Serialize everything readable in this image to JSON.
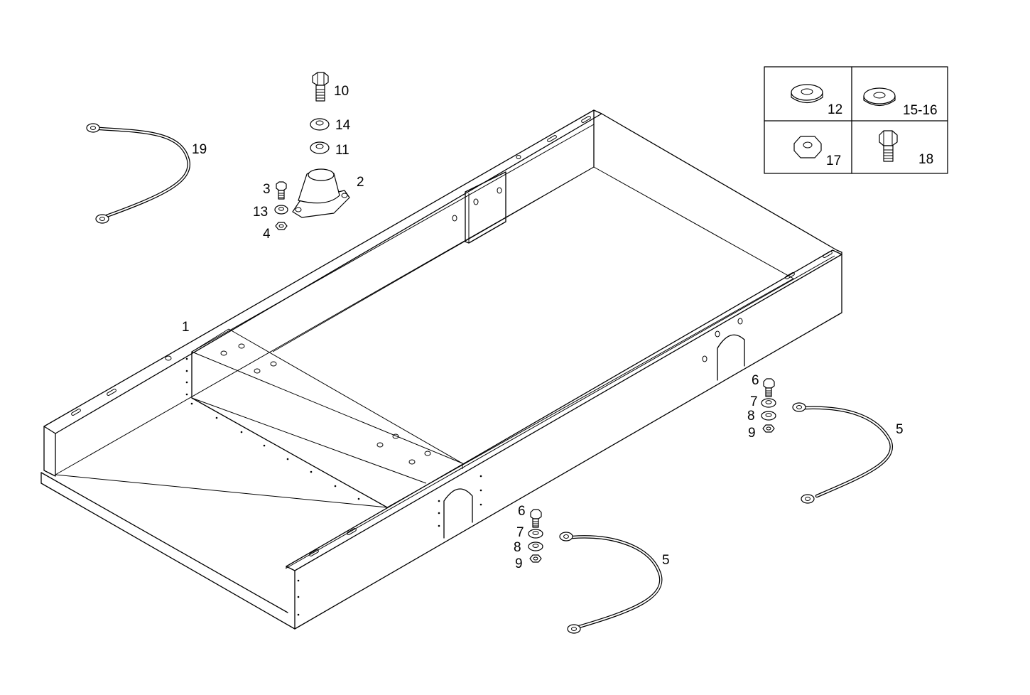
{
  "labels": {
    "frame": "1",
    "mount": "2",
    "mount_bolt": "3",
    "mount_nut": "4",
    "cable_right": "5",
    "cable_bottom": "5",
    "bolt_right": "6",
    "washer_a_right": "7",
    "washer_b_right": "8",
    "nut_right": "9",
    "bolt_bottom": "6",
    "washer_a_bottom": "7",
    "washer_b_bottom": "8",
    "nut_bottom": "9",
    "top_bolt": "10",
    "washer_11": "11",
    "washer_13": "13",
    "washer_14": "14",
    "cable_top": "19"
  },
  "legend": {
    "cells": [
      {
        "label": "12",
        "icon": "flat-washer-icon"
      },
      {
        "label": "15-16",
        "icon": "flat-washer-icon"
      },
      {
        "label": "17",
        "icon": "hex-nut-icon"
      },
      {
        "label": "18",
        "icon": "hex-bolt-icon"
      }
    ]
  }
}
